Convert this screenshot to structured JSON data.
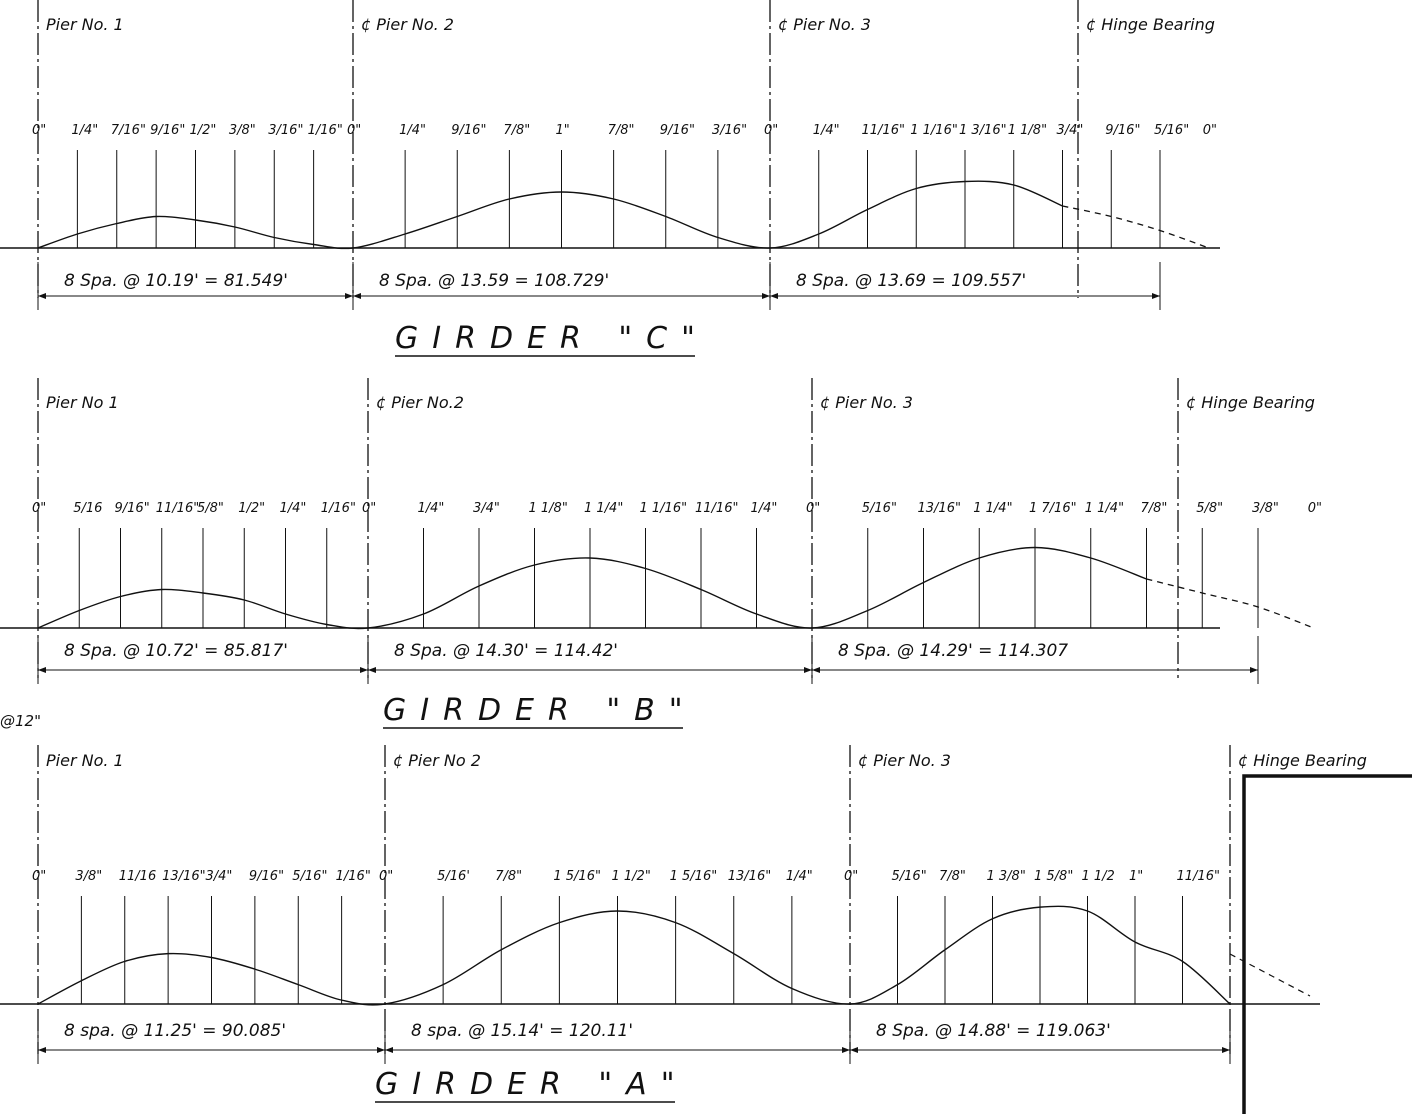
{
  "girders": [
    {
      "id": "C",
      "title": "GIRDER \"C\"",
      "piers": [
        "Pier No. 1",
        "¢ Pier No. 2",
        "¢ Pier No. 3",
        "¢ Hinge Bearing"
      ],
      "spans": [
        {
          "label": "8 Spa. @ 10.19' = 81.549'",
          "ordinates": [
            "0\"",
            "1/4\"",
            "7/16\"",
            "9/16\"",
            "1/2\"",
            "3/8\"",
            "3/16\"",
            "1/16\""
          ],
          "heights": [
            0,
            0.25,
            0.4375,
            0.5625,
            0.5,
            0.375,
            0.1875,
            0.0625,
            0
          ]
        },
        {
          "label": "8 Spa. @ 13.59 = 108.729'",
          "ordinates": [
            "0\"",
            "1/4\"",
            "9/16\"",
            "7/8\"",
            "1\"",
            "7/8\"",
            "9/16\"",
            "3/16\""
          ],
          "heights": [
            0,
            0.25,
            0.5625,
            0.875,
            1.0,
            0.875,
            0.5625,
            0.1875,
            0
          ]
        },
        {
          "label": "8 Spa. @ 13.69 = 109.557'",
          "ordinates": [
            "0\"",
            "1/4\"",
            "11/16\"",
            "1 1/16\"",
            "1 3/16\"",
            "1 1/8\"",
            "3/4\"",
            "9/16\"",
            "5/16\"",
            "0\""
          ],
          "heights": [
            0,
            0.25,
            0.6875,
            1.0625,
            1.1875,
            1.125,
            0.75,
            0.5625,
            0.3125,
            0
          ]
        }
      ]
    },
    {
      "id": "B",
      "title": "GIRDER \"B\"",
      "piers": [
        "Pier No 1",
        "¢ Pier No.2",
        "¢ Pier No. 3",
        "¢ Hinge Bearing"
      ],
      "spans": [
        {
          "label": "8 Spa. @ 10.72' = 85.817'",
          "ordinates": [
            "0\"",
            "5/16",
            "9/16\"",
            "11/16\"",
            "5/8\"",
            "1/2\"",
            "1/4\"",
            "1/16\""
          ],
          "heights": [
            0,
            0.3125,
            0.5625,
            0.6875,
            0.625,
            0.5,
            0.25,
            0.0625,
            0
          ]
        },
        {
          "label": "8 Spa. @ 14.30' = 114.42'",
          "ordinates": [
            "0\"",
            "1/4\"",
            "3/4\"",
            "1 1/8\"",
            "1 1/4\"",
            "1 1/16\"",
            "11/16\"",
            "1/4\""
          ],
          "heights": [
            0,
            0.25,
            0.75,
            1.125,
            1.25,
            1.0625,
            0.6875,
            0.25,
            0
          ]
        },
        {
          "label": "8 Spa. @ 14.29' = 114.307",
          "ordinates": [
            "0\"",
            "5/16\"",
            "13/16\"",
            "1 1/4\"",
            "1 7/16\"",
            "1 1/4\"",
            "7/8\"",
            "5/8\"",
            "3/8\"",
            "0\""
          ],
          "heights": [
            0,
            0.3125,
            0.8125,
            1.25,
            1.4375,
            1.25,
            0.875,
            0.625,
            0.375,
            0
          ]
        }
      ]
    },
    {
      "id": "A",
      "title": "GIRDER \"A\"",
      "piers": [
        "Pier No. 1",
        "¢ Pier No 2",
        "¢ Pier No. 3",
        "¢ Hinge Bearing"
      ],
      "spans": [
        {
          "label": "8 spa. @ 11.25' = 90.085'",
          "ordinates": [
            "0\"",
            "3/8\"",
            "11/16",
            "13/16\"",
            "3/4\"",
            "9/16\"",
            "5/16\"",
            "1/16\""
          ],
          "heights": [
            0,
            0.375,
            0.6875,
            0.8125,
            0.75,
            0.5625,
            0.3125,
            0.0625,
            0
          ]
        },
        {
          "label": "8 spa. @ 15.14' = 120.11'",
          "ordinates": [
            "0\"",
            "5/16'",
            "7/8\"",
            "1 5/16\"",
            "1 1/2\"",
            "1 5/16\"",
            "13/16\"",
            "1/4\""
          ],
          "heights": [
            0,
            0.3125,
            0.875,
            1.3125,
            1.5,
            1.3125,
            0.8125,
            0.25,
            0
          ]
        },
        {
          "label": "8 Spa. @ 14.88' = 119.063'",
          "ordinates": [
            "0\"",
            "5/16\"",
            "7/8\"",
            "1 3/8\"",
            "1 5/8\"",
            "1 1/2",
            "1\"",
            "11/16\""
          ],
          "heights": [
            0,
            0.3125,
            0.875,
            1.375,
            1.5625,
            1.5,
            1.0,
            0.6875,
            0
          ]
        }
      ]
    }
  ],
  "margin_note": "@12\""
}
